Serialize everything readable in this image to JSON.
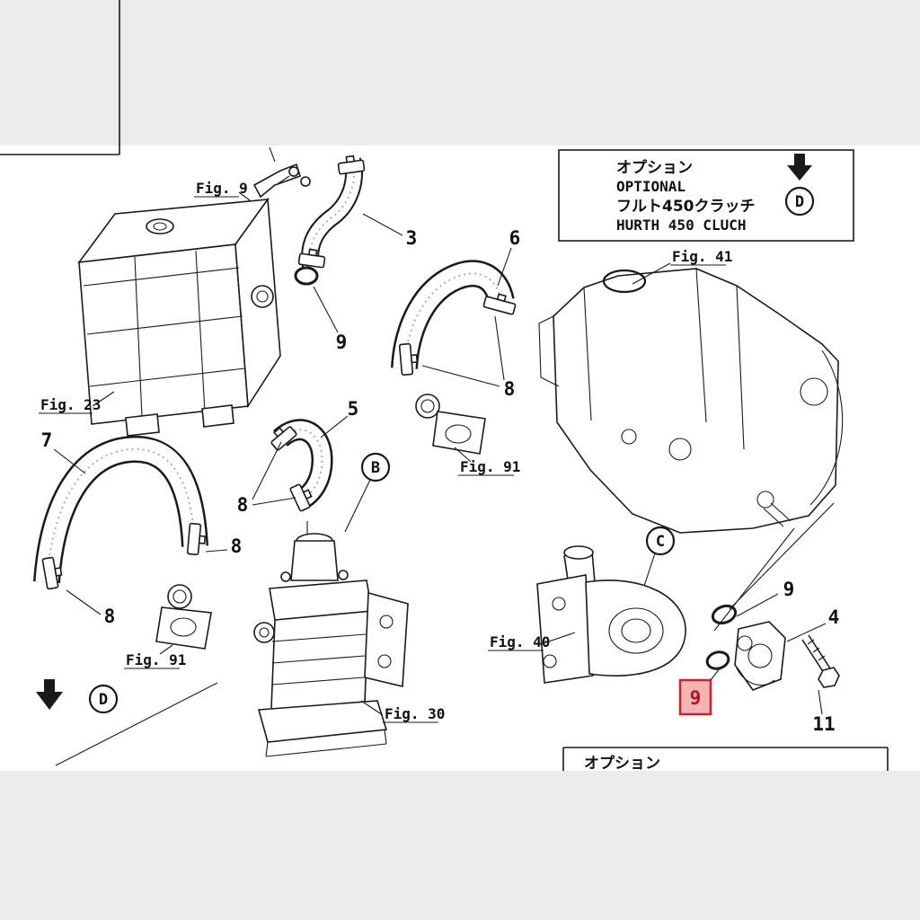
{
  "optional_top": {
    "jp_title": "オプション",
    "en_title": "OPTIONAL",
    "jp_sub": "フルト450クラッチ",
    "en_sub": "HURTH 450 CLUCH",
    "marker": "D"
  },
  "optional_bottom": {
    "jp_title": "オプション"
  },
  "figures": {
    "fig9": "Fig. 9",
    "fig23": "Fig. 23",
    "fig30": "Fig. 30",
    "fig40": "Fig. 40",
    "fig41": "Fig. 41",
    "fig91_top": "Fig. 91",
    "fig91_left": "Fig. 91"
  },
  "parts": {
    "p3": "3",
    "p4": "4",
    "p5": "5",
    "p6": "6",
    "p7": "7",
    "p8": "8",
    "p9": "9",
    "p11": "11"
  },
  "callouts": {
    "b": "B",
    "c": "C",
    "d": "D"
  },
  "highlight": {
    "number": "9",
    "border": "#cc2222",
    "fill": "#f2b4b4",
    "text_color": "#b01616"
  },
  "colors": {
    "line": "#1a1a1a",
    "band": "#ececec",
    "background": "#ffffff"
  }
}
